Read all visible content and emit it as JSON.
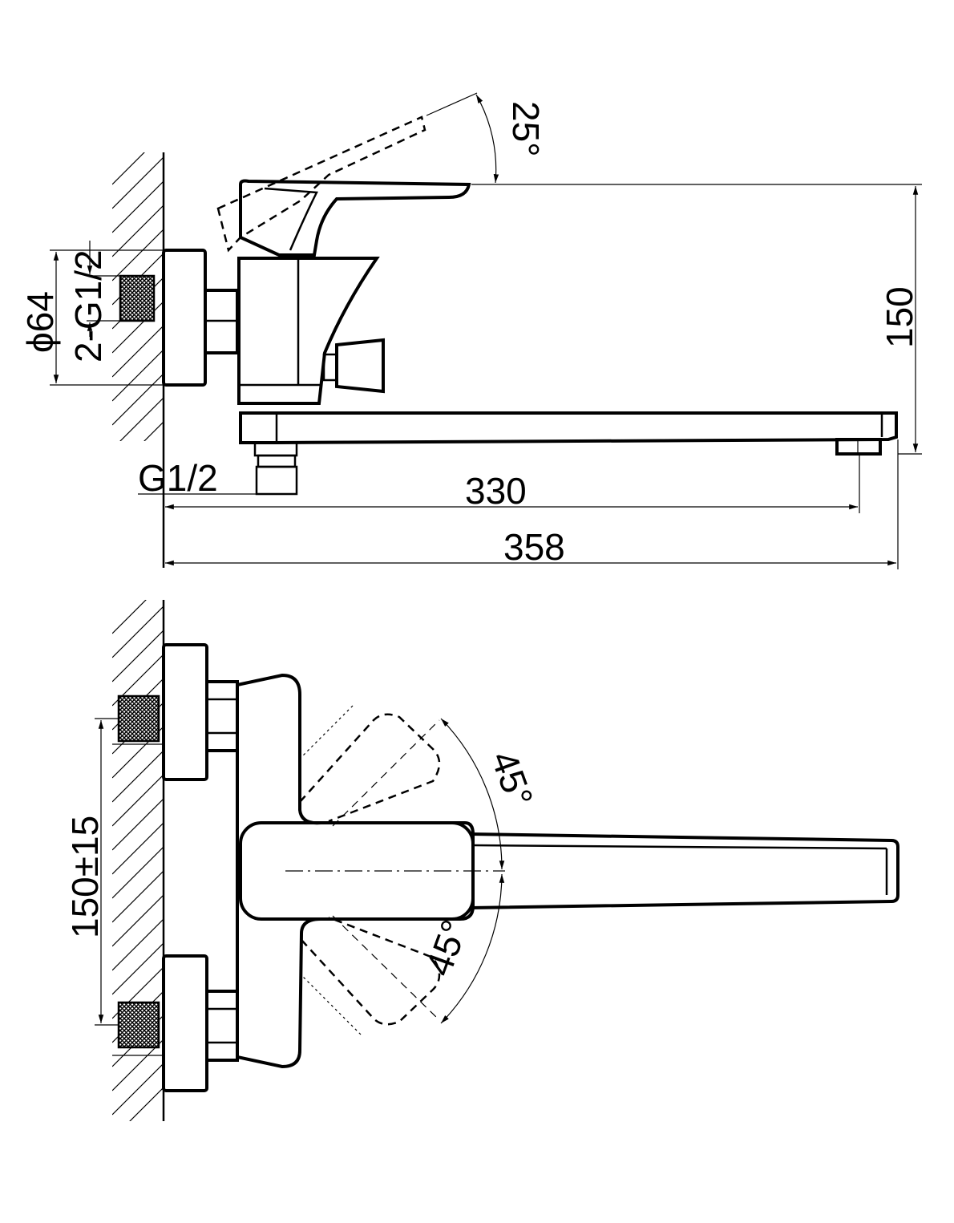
{
  "labels": {
    "angle_top": "25°",
    "diameter": "ϕ64",
    "thread_inlet": "2-G1/2",
    "height": "150",
    "outlet_thread": "G1/2",
    "spout_reach": "330",
    "overall_length": "358",
    "centre_distance": "150±15",
    "angle_upper": "45°",
    "angle_lower": "45°"
  },
  "colors": {
    "line": "#000000",
    "background": "#ffffff"
  }
}
